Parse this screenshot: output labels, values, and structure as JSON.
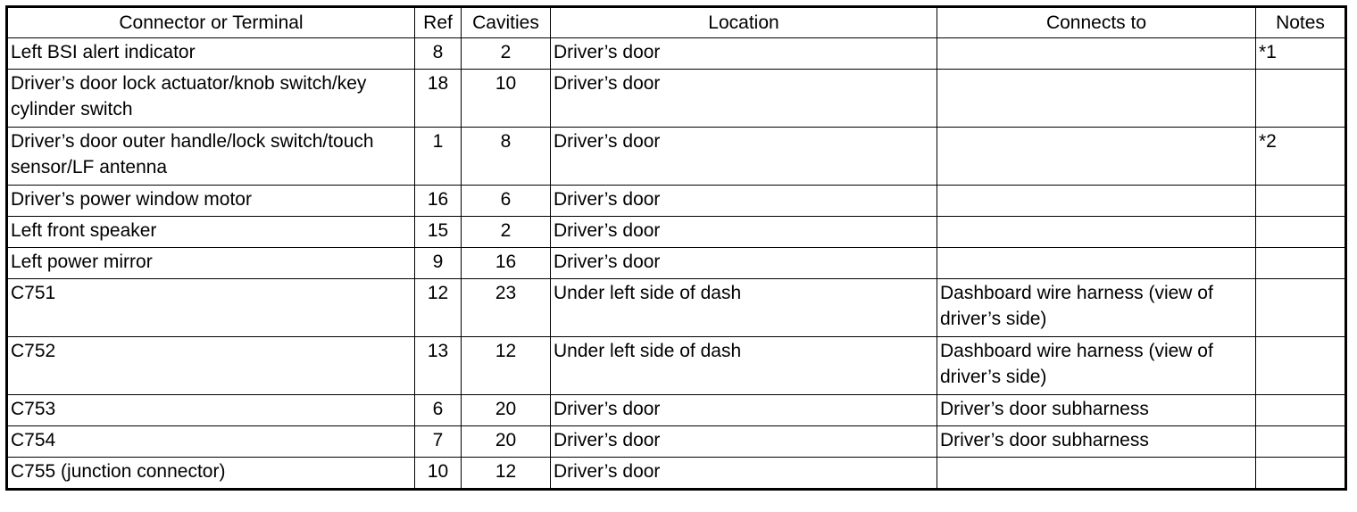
{
  "table": {
    "headers": [
      "Connector or Terminal",
      "Ref",
      "Cavities",
      "Location",
      "Connects to",
      "Notes"
    ],
    "rows": [
      {
        "connector": "Left BSI alert indicator",
        "ref": "8",
        "cavities": "2",
        "location": "Driver’s door",
        "connects_to": "",
        "notes": "*1"
      },
      {
        "connector": "Driver’s door lock actuator/knob switch/key cylinder switch",
        "ref": "18",
        "cavities": "10",
        "location": "Driver’s door",
        "connects_to": "",
        "notes": ""
      },
      {
        "connector": "Driver’s door outer handle/lock switch/touch sensor/LF antenna",
        "ref": "1",
        "cavities": "8",
        "location": "Driver’s door",
        "connects_to": "",
        "notes": "*2"
      },
      {
        "connector": "Driver’s power window motor",
        "ref": "16",
        "cavities": "6",
        "location": "Driver’s door",
        "connects_to": "",
        "notes": ""
      },
      {
        "connector": "Left front speaker",
        "ref": "15",
        "cavities": "2",
        "location": "Driver’s door",
        "connects_to": "",
        "notes": ""
      },
      {
        "connector": "Left power mirror",
        "ref": "9",
        "cavities": "16",
        "location": "Driver’s door",
        "connects_to": "",
        "notes": ""
      },
      {
        "connector": "C751",
        "ref": "12",
        "cavities": "23",
        "location": "Under left side of dash",
        "connects_to": "Dashboard wire harness (view of driver’s side)",
        "notes": ""
      },
      {
        "connector": "C752",
        "ref": "13",
        "cavities": "12",
        "location": "Under left side of dash",
        "connects_to": "Dashboard wire harness (view of driver’s side)",
        "notes": ""
      },
      {
        "connector": "C753",
        "ref": "6",
        "cavities": "20",
        "location": "Driver’s door",
        "connects_to": "Driver’s door subharness",
        "notes": ""
      },
      {
        "connector": "C754",
        "ref": "7",
        "cavities": "20",
        "location": "Driver’s door",
        "connects_to": "Driver’s door subharness",
        "notes": ""
      },
      {
        "connector": "C755 (junction connector)",
        "ref": "10",
        "cavities": "12",
        "location": "Driver’s door",
        "connects_to": "",
        "notes": ""
      }
    ]
  }
}
